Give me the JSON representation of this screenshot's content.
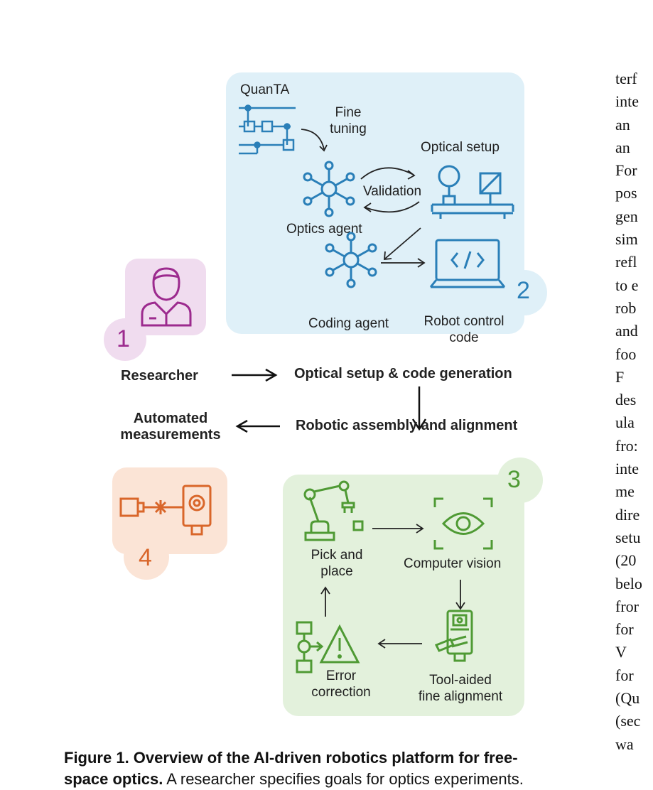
{
  "panel_top": {
    "title": "QuanTA",
    "fine_tuning_line1": "Fine",
    "fine_tuning_line2": "tuning",
    "optical_setup": "Optical setup",
    "validation": "Validation",
    "optics_agent": "Optics agent",
    "coding_agent": "Coding agent",
    "robot_control_line1": "Robot control",
    "robot_control_line2": "code",
    "number": "2",
    "color": "#dff0f8"
  },
  "researcher": {
    "label": "Researcher",
    "number": "1",
    "color": "#f0dcef",
    "icon_color": "#9c2a8e"
  },
  "flow": {
    "optical_setup_code_generation": "Optical setup & code generation",
    "robotic_assembly_alignment": "Robotic assembly and alignment",
    "automated_line1": "Automated",
    "automated_line2": "measurements"
  },
  "measurement_box": {
    "number": "4",
    "color": "#fbe4d6",
    "icon_color": "#d9662a"
  },
  "panel_bottom": {
    "number": "3",
    "color": "#e3f1dc",
    "icon_color": "#4f9a34",
    "pick_line1": "Pick and",
    "pick_line2": "place",
    "computer_vision": "Computer vision",
    "error_line1": "Error",
    "error_line2": "correction",
    "tool_line1": "Tool-aided",
    "tool_line2": "fine alignment"
  },
  "icon_blue": "#2a7fb8",
  "right_column_lines": [
    "terf",
    "inte",
    "an",
    "an",
    "For",
    "pos",
    "gen",
    "sim",
    "refl",
    "to e",
    "rob",
    "and",
    "foo",
    "F",
    "des",
    "ula",
    "fro:",
    "inte",
    "me",
    "dire",
    "setu",
    "(20",
    "belo",
    "fror",
    "for",
    "V",
    "for",
    "(Qu",
    "(sec",
    "wa"
  ],
  "caption": {
    "bold": "Figure 1. Overview of the AI-driven robotics platform for free-",
    "line2_bold": "space optics.",
    "line2_rest": " A researcher specifies goals for optics experiments."
  }
}
